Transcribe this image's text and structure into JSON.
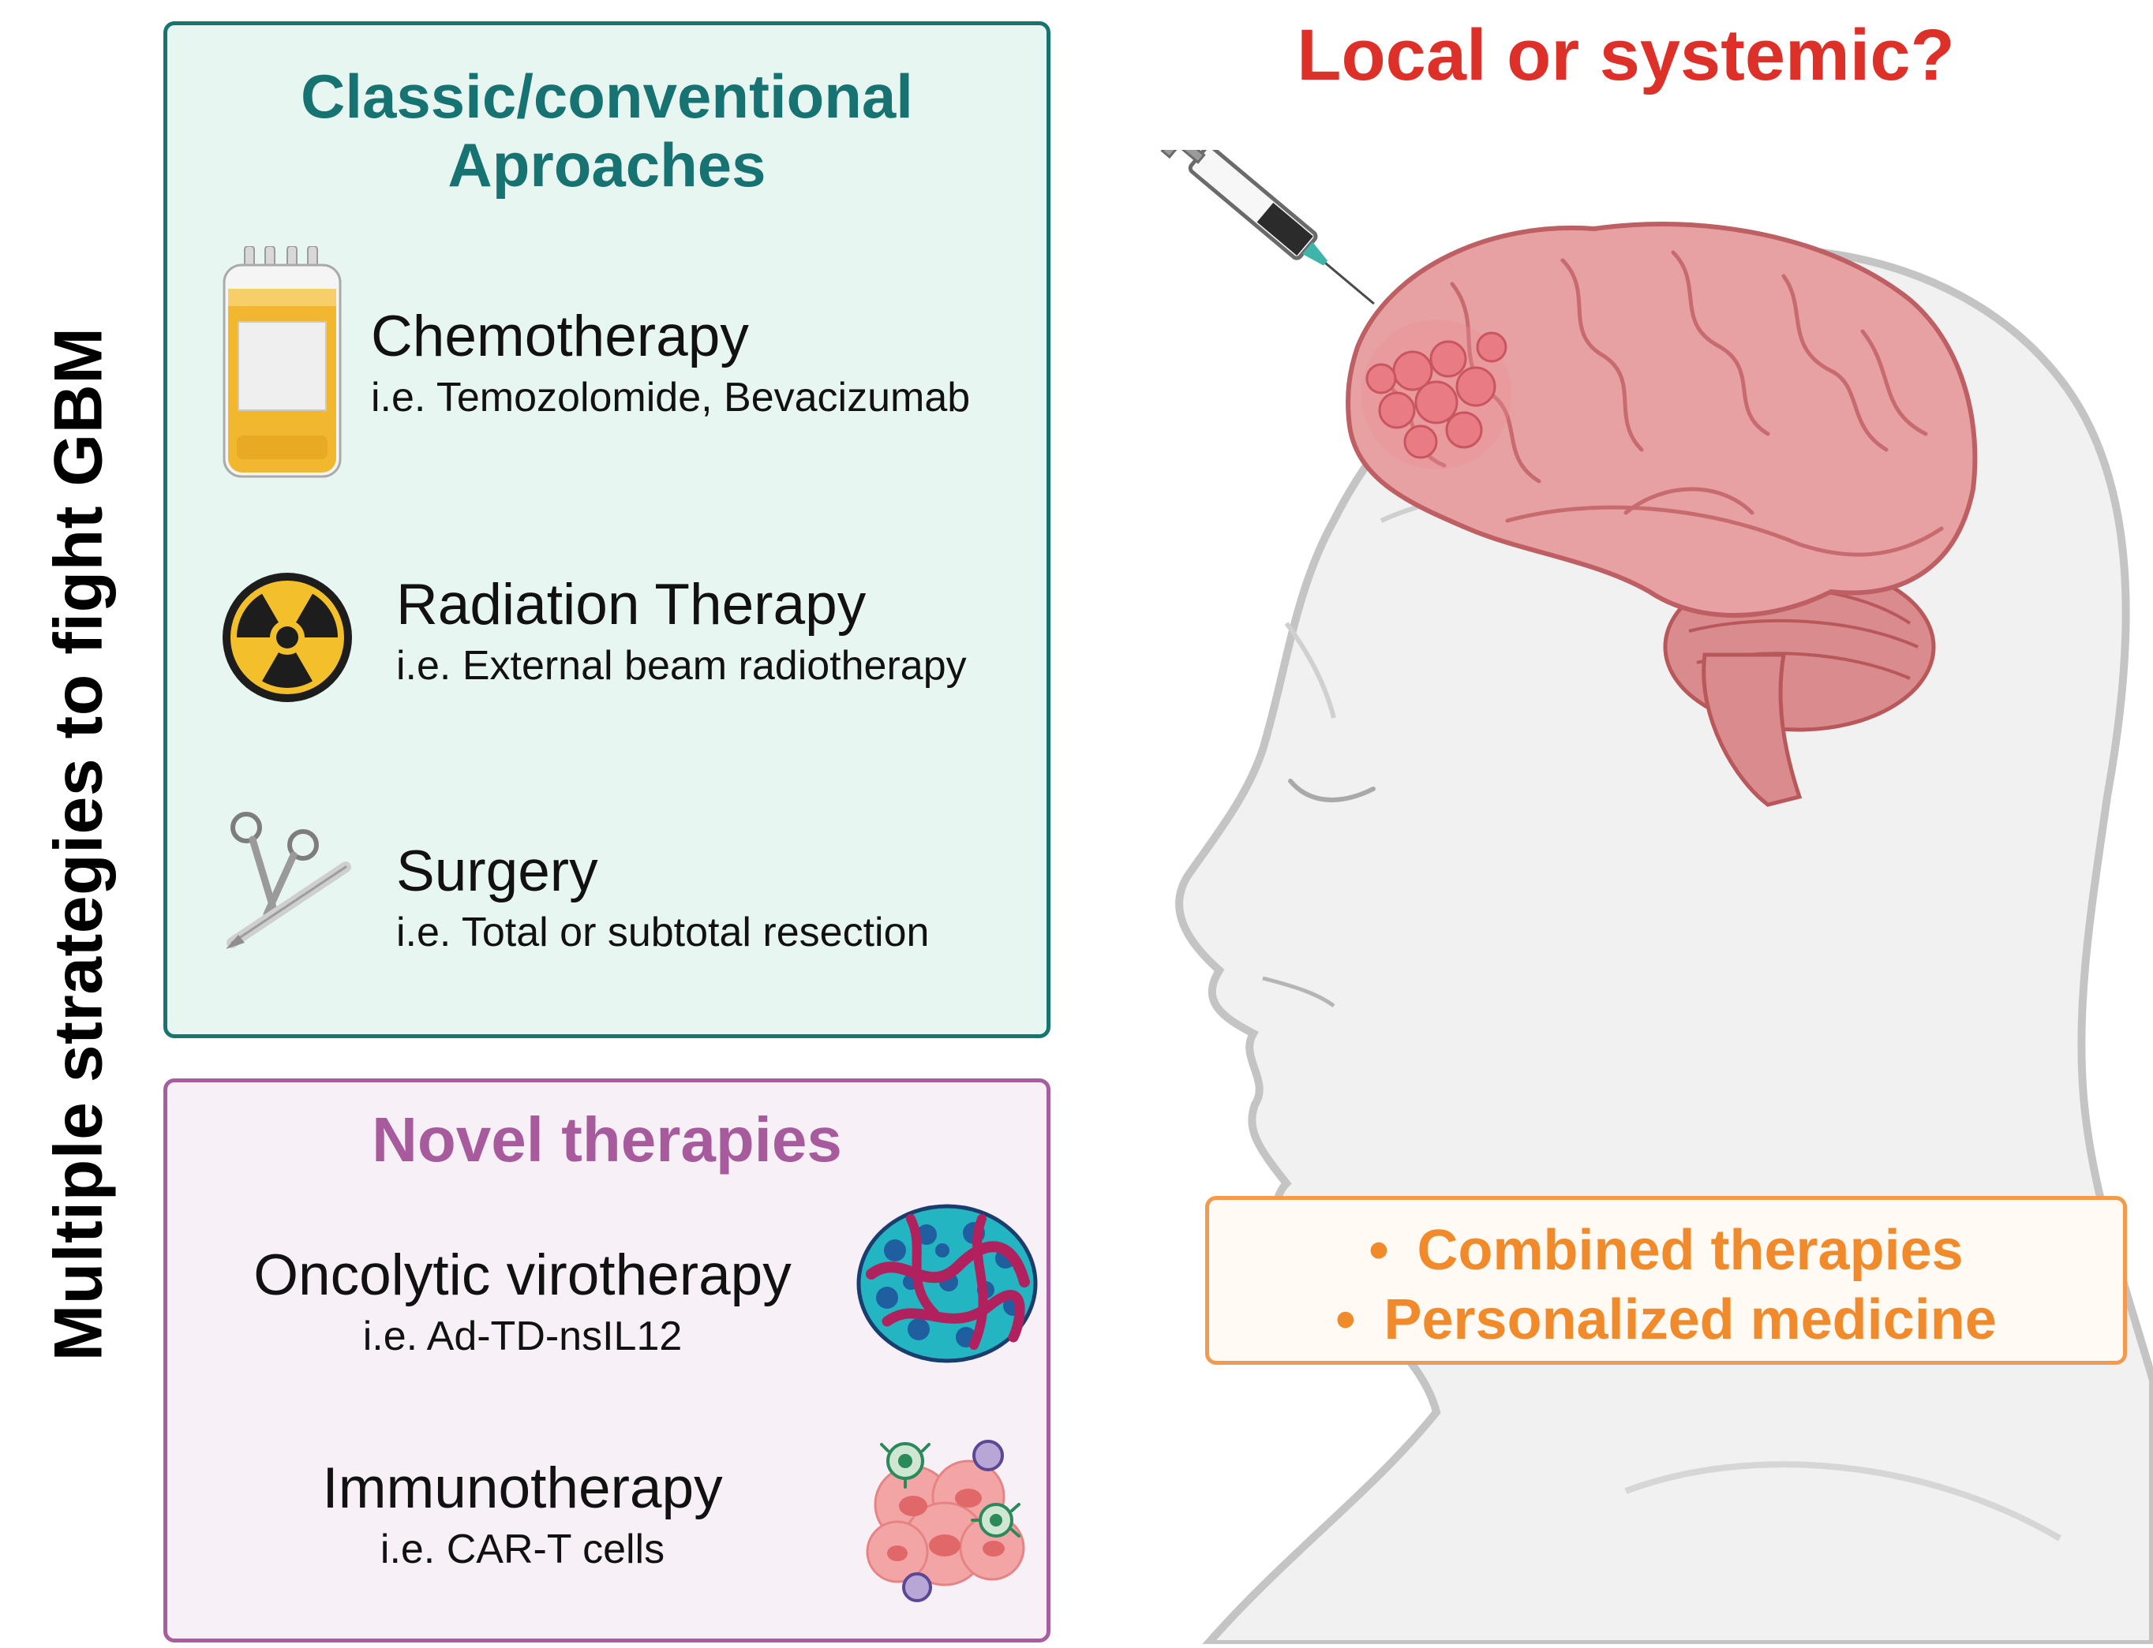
{
  "side_title": "Multiple strategies to fight GBM",
  "classic": {
    "heading_line1": "Classic/conventional",
    "heading_line2": "Aproaches",
    "items": [
      {
        "title": "Chemotherapy",
        "subtitle": "i.e. Temozolomide, Bevacizumab",
        "icon": "iv-bag-icon"
      },
      {
        "title": "Radiation Therapy",
        "subtitle": "i.e. External beam radiotherapy",
        "icon": "radiation-icon"
      },
      {
        "title": "Surgery",
        "subtitle": "i.e. Total or subtotal resection",
        "icon": "surgical-instruments-icon"
      }
    ]
  },
  "novel": {
    "heading": "Novel therapies",
    "items": [
      {
        "title": "Oncolytic virotherapy",
        "subtitle": "i.e. Ad-TD-nsIL12",
        "icon": "virus-particle-icon"
      },
      {
        "title": "Immunotherapy",
        "subtitle": "i.e. CAR-T cells",
        "icon": "immune-cells-icon"
      }
    ]
  },
  "question": "Local or systemic?",
  "outcomes": {
    "bullet": "•",
    "items": [
      "Combined therapies",
      "Personalized medicine"
    ]
  },
  "colors": {
    "classic_accent": "#16756f",
    "novel_accent": "#a85d9e",
    "question": "#dc3029",
    "outcome_accent": "#f49a4e"
  }
}
